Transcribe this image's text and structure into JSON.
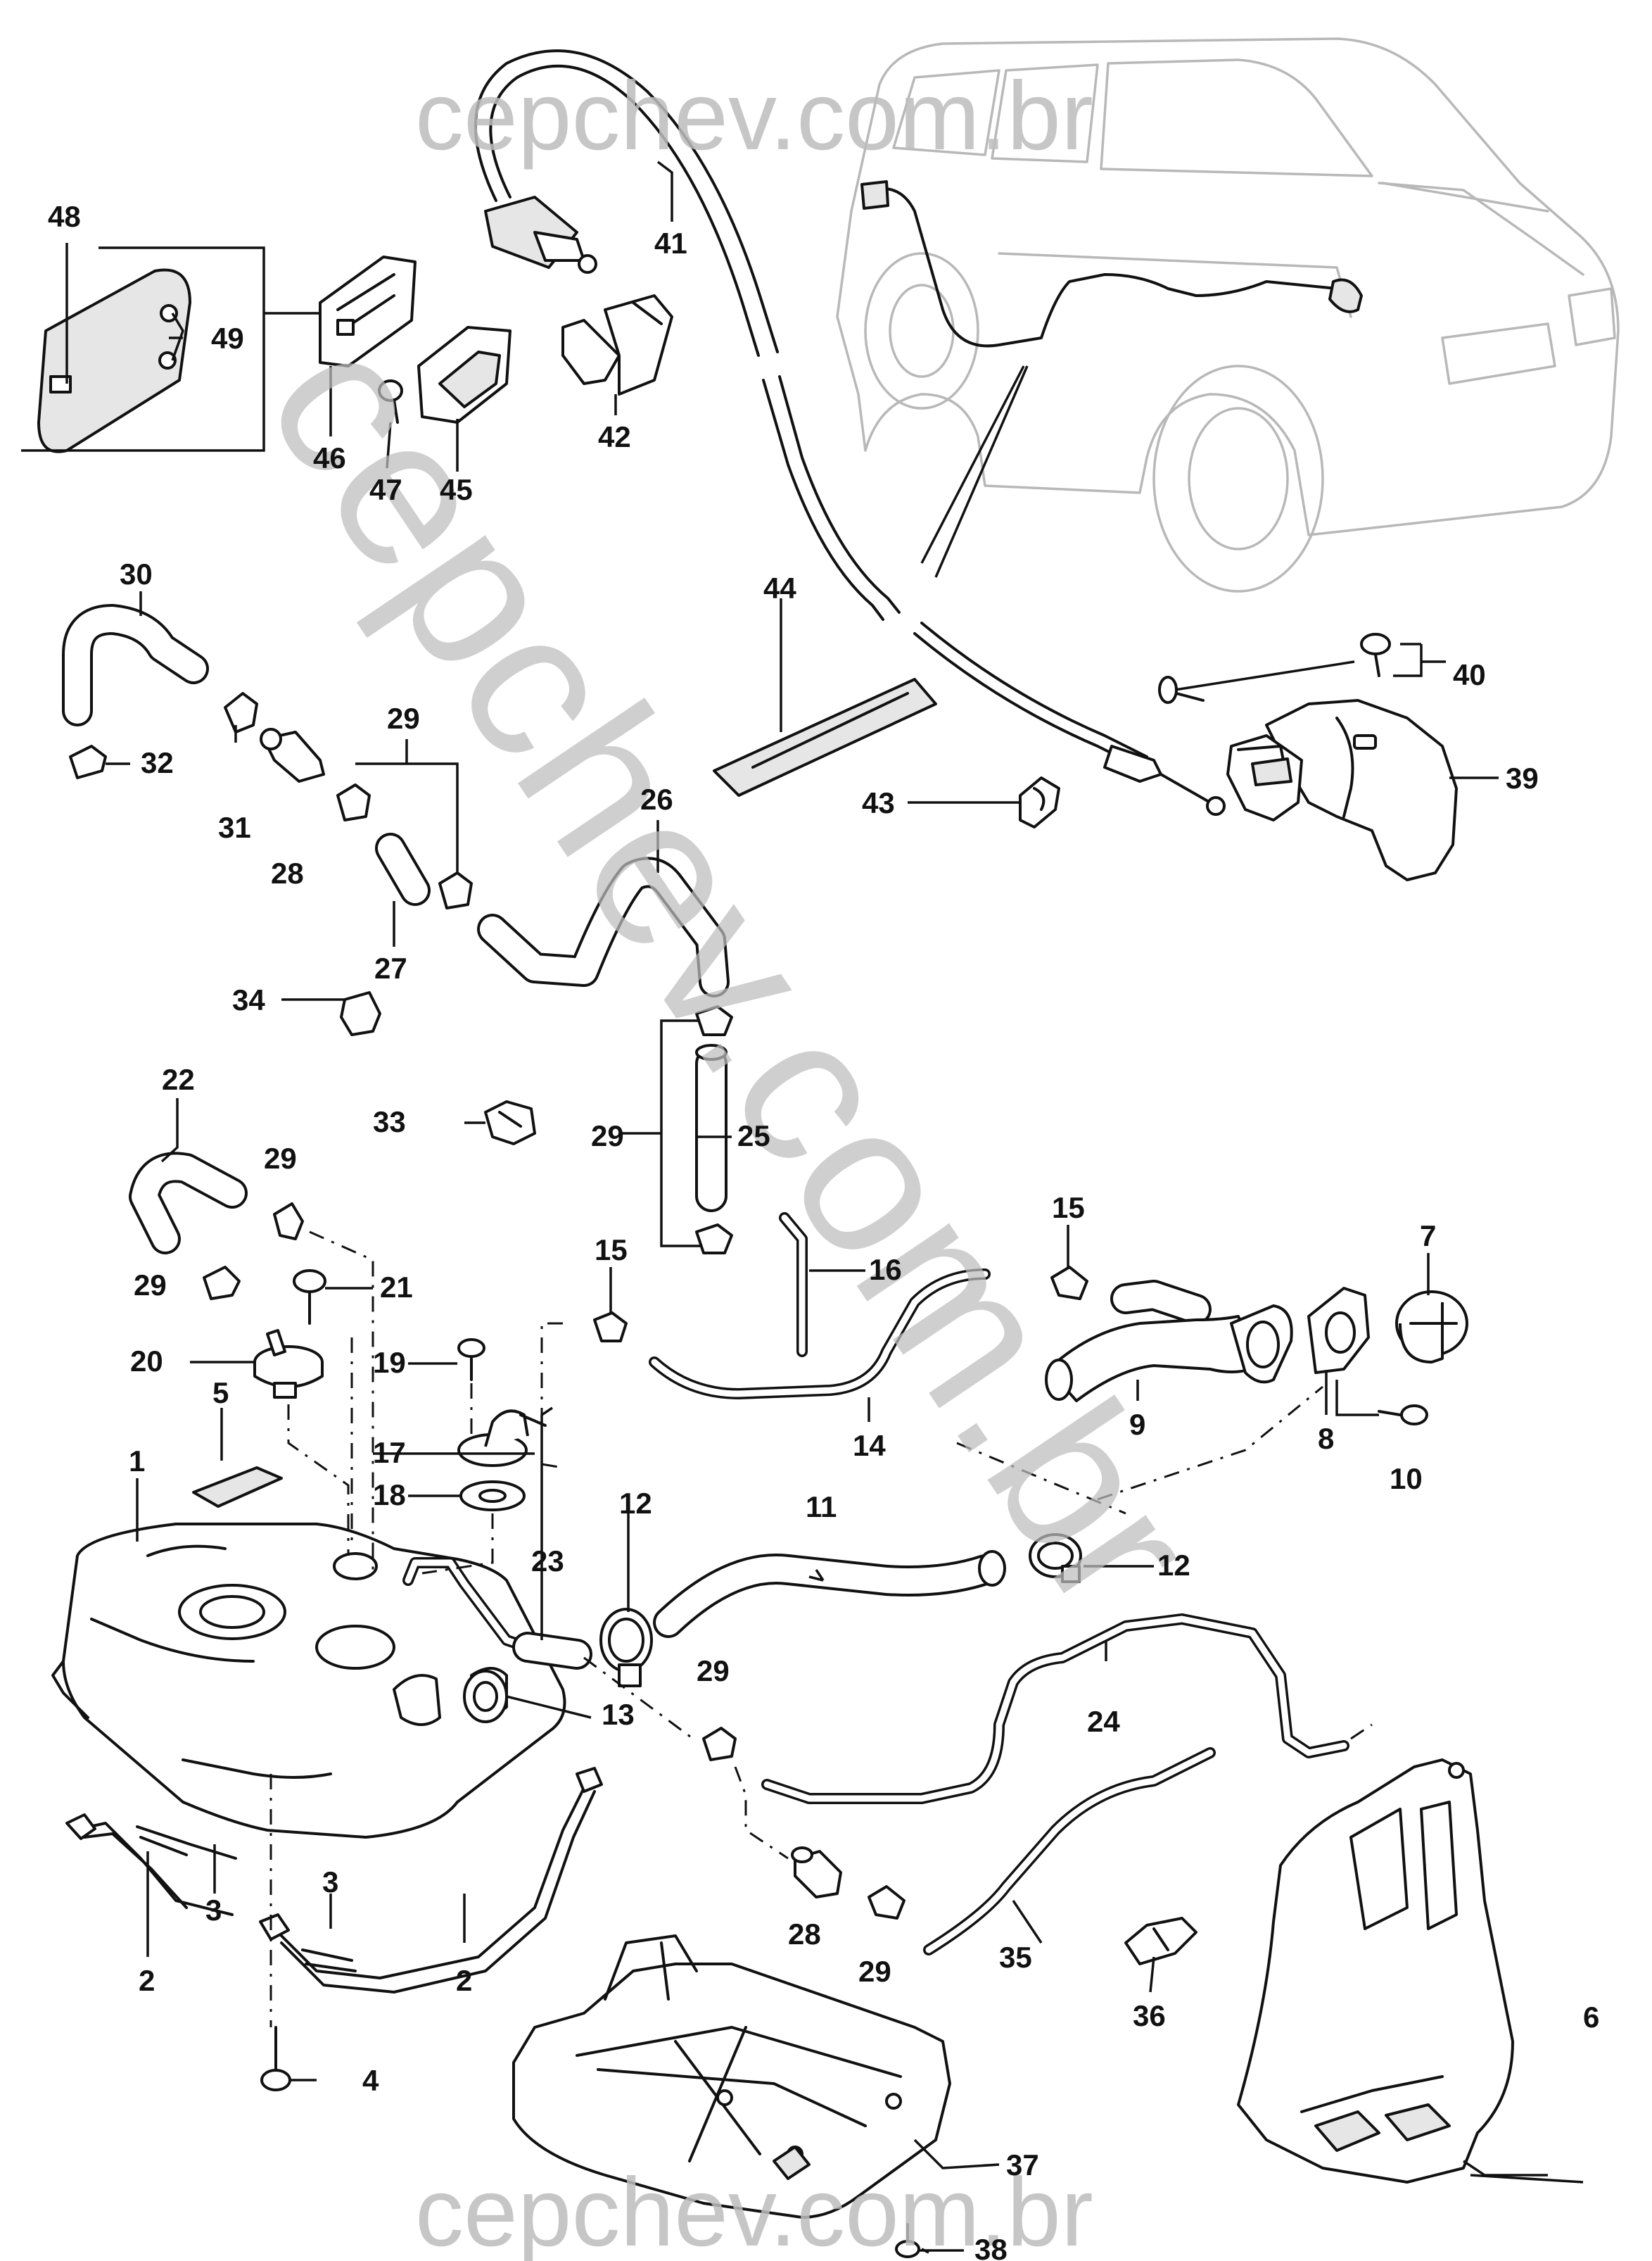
{
  "watermarks": {
    "top": "cepchev.com.br",
    "bottom": "cepchev.com.br",
    "diagonal": "cepchev.com.br"
  },
  "callouts": {
    "n1": "1",
    "n2a": "2",
    "n2b": "2",
    "n3a": "3",
    "n3b": "3",
    "n4": "4",
    "n5": "5",
    "n6": "6",
    "n7": "7",
    "n8": "8",
    "n9": "9",
    "n10": "10",
    "n11": "11",
    "n12a": "12",
    "n12b": "12",
    "n13": "13",
    "n14": "14",
    "n15a": "15",
    "n15b": "15",
    "n16": "16",
    "n17": "17",
    "n18": "18",
    "n19": "19",
    "n20": "20",
    "n21": "21",
    "n22": "22",
    "n23": "23",
    "n24": "24",
    "n25": "25",
    "n26": "26",
    "n27": "27",
    "n28a": "28",
    "n28b": "28",
    "n29a": "29",
    "n29b": "29",
    "n29c": "29",
    "n29d": "29",
    "n29e": "29",
    "n30": "30",
    "n31": "31",
    "n32": "32",
    "n33": "33",
    "n34": "34",
    "n35": "35",
    "n36": "36",
    "n37": "37",
    "n38": "38",
    "n39": "39",
    "n40": "40",
    "n41": "41",
    "n42": "42",
    "n43": "43",
    "n44": "44",
    "n45": "45",
    "n46": "46",
    "n47": "47",
    "n48": "48",
    "n49": "49"
  },
  "colors": {
    "ink": "#111111",
    "watermark": "#bdbdbd",
    "vehicle_outline": "#b8b8b8",
    "background": "#ffffff"
  }
}
